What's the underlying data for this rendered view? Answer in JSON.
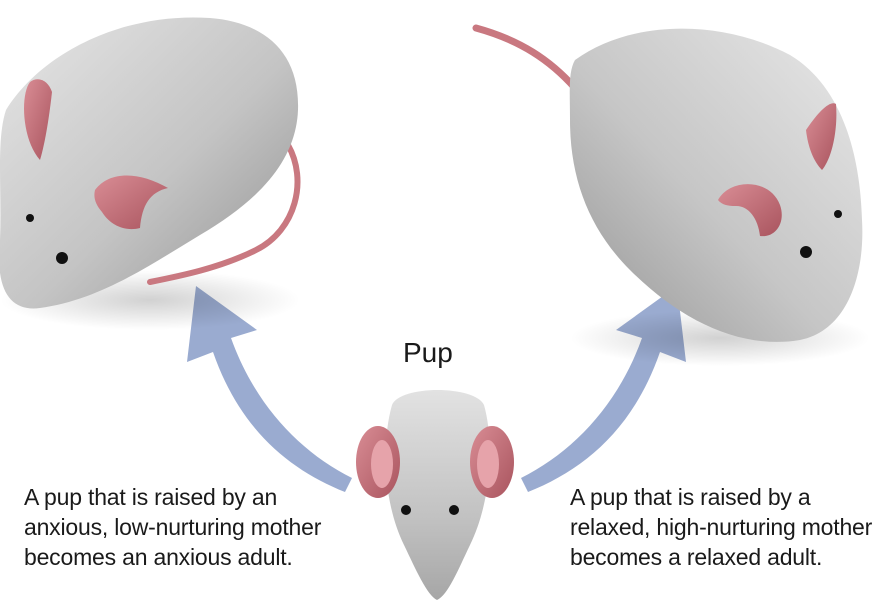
{
  "pup_label": "Pup",
  "left_caption": [
    "A pup that is raised by an",
    "anxious, low-nurturing mother",
    "becomes an anxious adult."
  ],
  "right_caption": [
    "A pup that is raised by a",
    "relaxed, high-nurturing mother",
    "becomes a relaxed adult."
  ],
  "colors": {
    "arrow": "#9aabd0",
    "mouse_body": "#bfbfbf",
    "ear_tail": "#c97880",
    "eye": "#111111"
  }
}
